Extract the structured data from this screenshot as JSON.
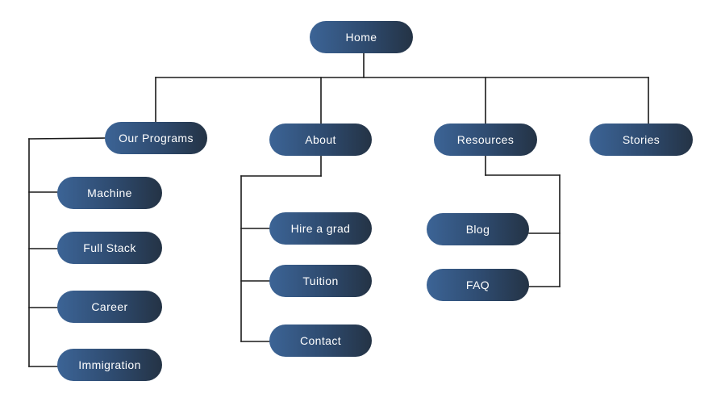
{
  "sitemap": {
    "root": {
      "label": "Home"
    },
    "sections": [
      {
        "label": "Our Programs",
        "children": [
          "Machine",
          "Full Stack",
          "Career",
          "Immigration"
        ]
      },
      {
        "label": "About",
        "children": [
          "Hire a grad",
          "Tuition",
          "Contact"
        ]
      },
      {
        "label": "Resources",
        "children": [
          "Blog",
          "FAQ"
        ]
      },
      {
        "label": "Stories",
        "children": []
      }
    ]
  },
  "colors": {
    "node_gradient_start": "#3c6496",
    "node_gradient_end": "#243345",
    "node_text": "#ffffff",
    "connector": "#1a1a1a",
    "background": "#ffffff"
  }
}
